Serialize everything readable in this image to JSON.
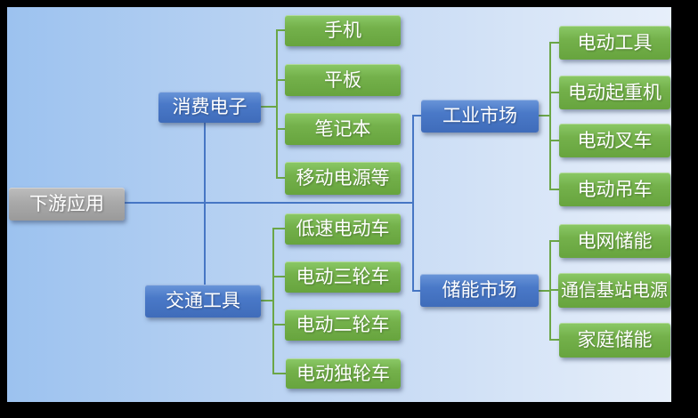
{
  "diagram": {
    "root": {
      "label": "下游应用"
    },
    "branches": [
      {
        "label": "消费电子",
        "children": [
          "手机",
          "平板",
          "笔记本",
          "移动电源等"
        ]
      },
      {
        "label": "交通工具",
        "children": [
          "低速电动车",
          "电动三轮车",
          "电动二轮车",
          "电动独轮车"
        ]
      },
      {
        "label": "工业市场",
        "children": [
          "电动工具",
          "电动起重机",
          "电动叉车",
          "电动吊车"
        ]
      },
      {
        "label": "储能市场",
        "children": [
          "电网储能",
          "通信基站电源",
          "家庭储能"
        ]
      }
    ],
    "colors": {
      "root_fill": "#a9a9a9",
      "branch_fill": "#4472c4",
      "leaf_fill": "#70ad47",
      "blue_connector": "#4676c4",
      "green_connector": "#6ba647",
      "background_left": "#9cc2ef",
      "background_right": "#e7effa",
      "frame": "#000000",
      "text": "#ffffff"
    }
  }
}
